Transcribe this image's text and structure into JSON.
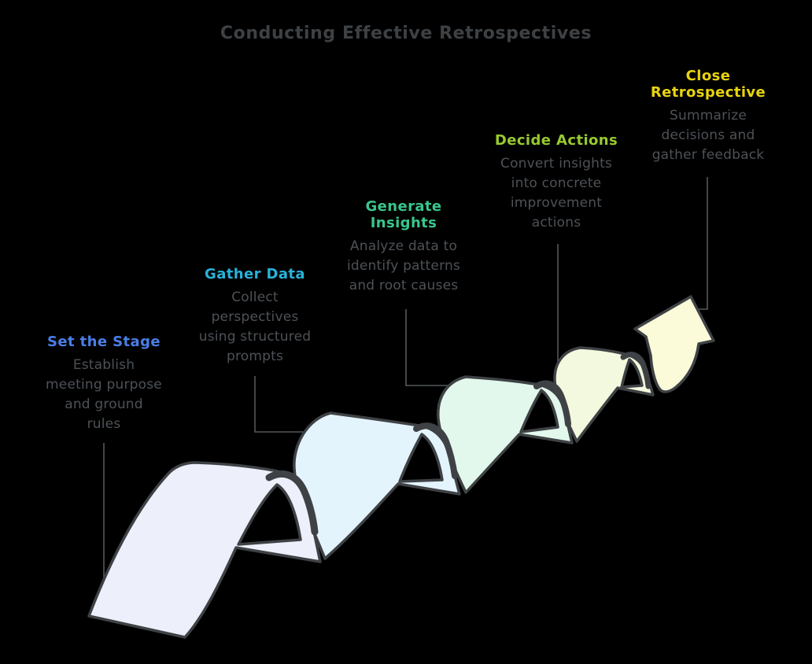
{
  "title": {
    "text": "Conducting Effective Retrospectives",
    "color": "#3e4144"
  },
  "stages": [
    {
      "label": "Set the Stage",
      "label_color": "#4b7ee7",
      "description": "Establish\nmeeting purpose\nand ground\nrules",
      "fill": "#edf0fb"
    },
    {
      "label": "Gather Data",
      "label_color": "#29b2d9",
      "description": "Collect\nperspectives\nusing structured\nprompts",
      "fill": "#e4f4fd"
    },
    {
      "label": "Generate\nInsights",
      "label_color": "#38c68c",
      "description": "Analyze data to\nidentify patterns\nand root causes",
      "fill": "#e2f8ec"
    },
    {
      "label": "Decide Actions",
      "label_color": "#99c930",
      "description": "Convert insights\ninto concrete\nimprovement\nactions",
      "fill": "#f3f9de"
    },
    {
      "label": "Close\nRetrospective",
      "label_color": "#e8d40d",
      "description": "Summarize\ndecisions and\ngather feedback",
      "fill": "#fbfbda"
    }
  ],
  "diagram": {
    "type": "wave-ribbon-arrow",
    "background": "#000000",
    "outline_color": "#3f4245",
    "connector_color": "#54585b",
    "desc_color": "#4d5257"
  }
}
